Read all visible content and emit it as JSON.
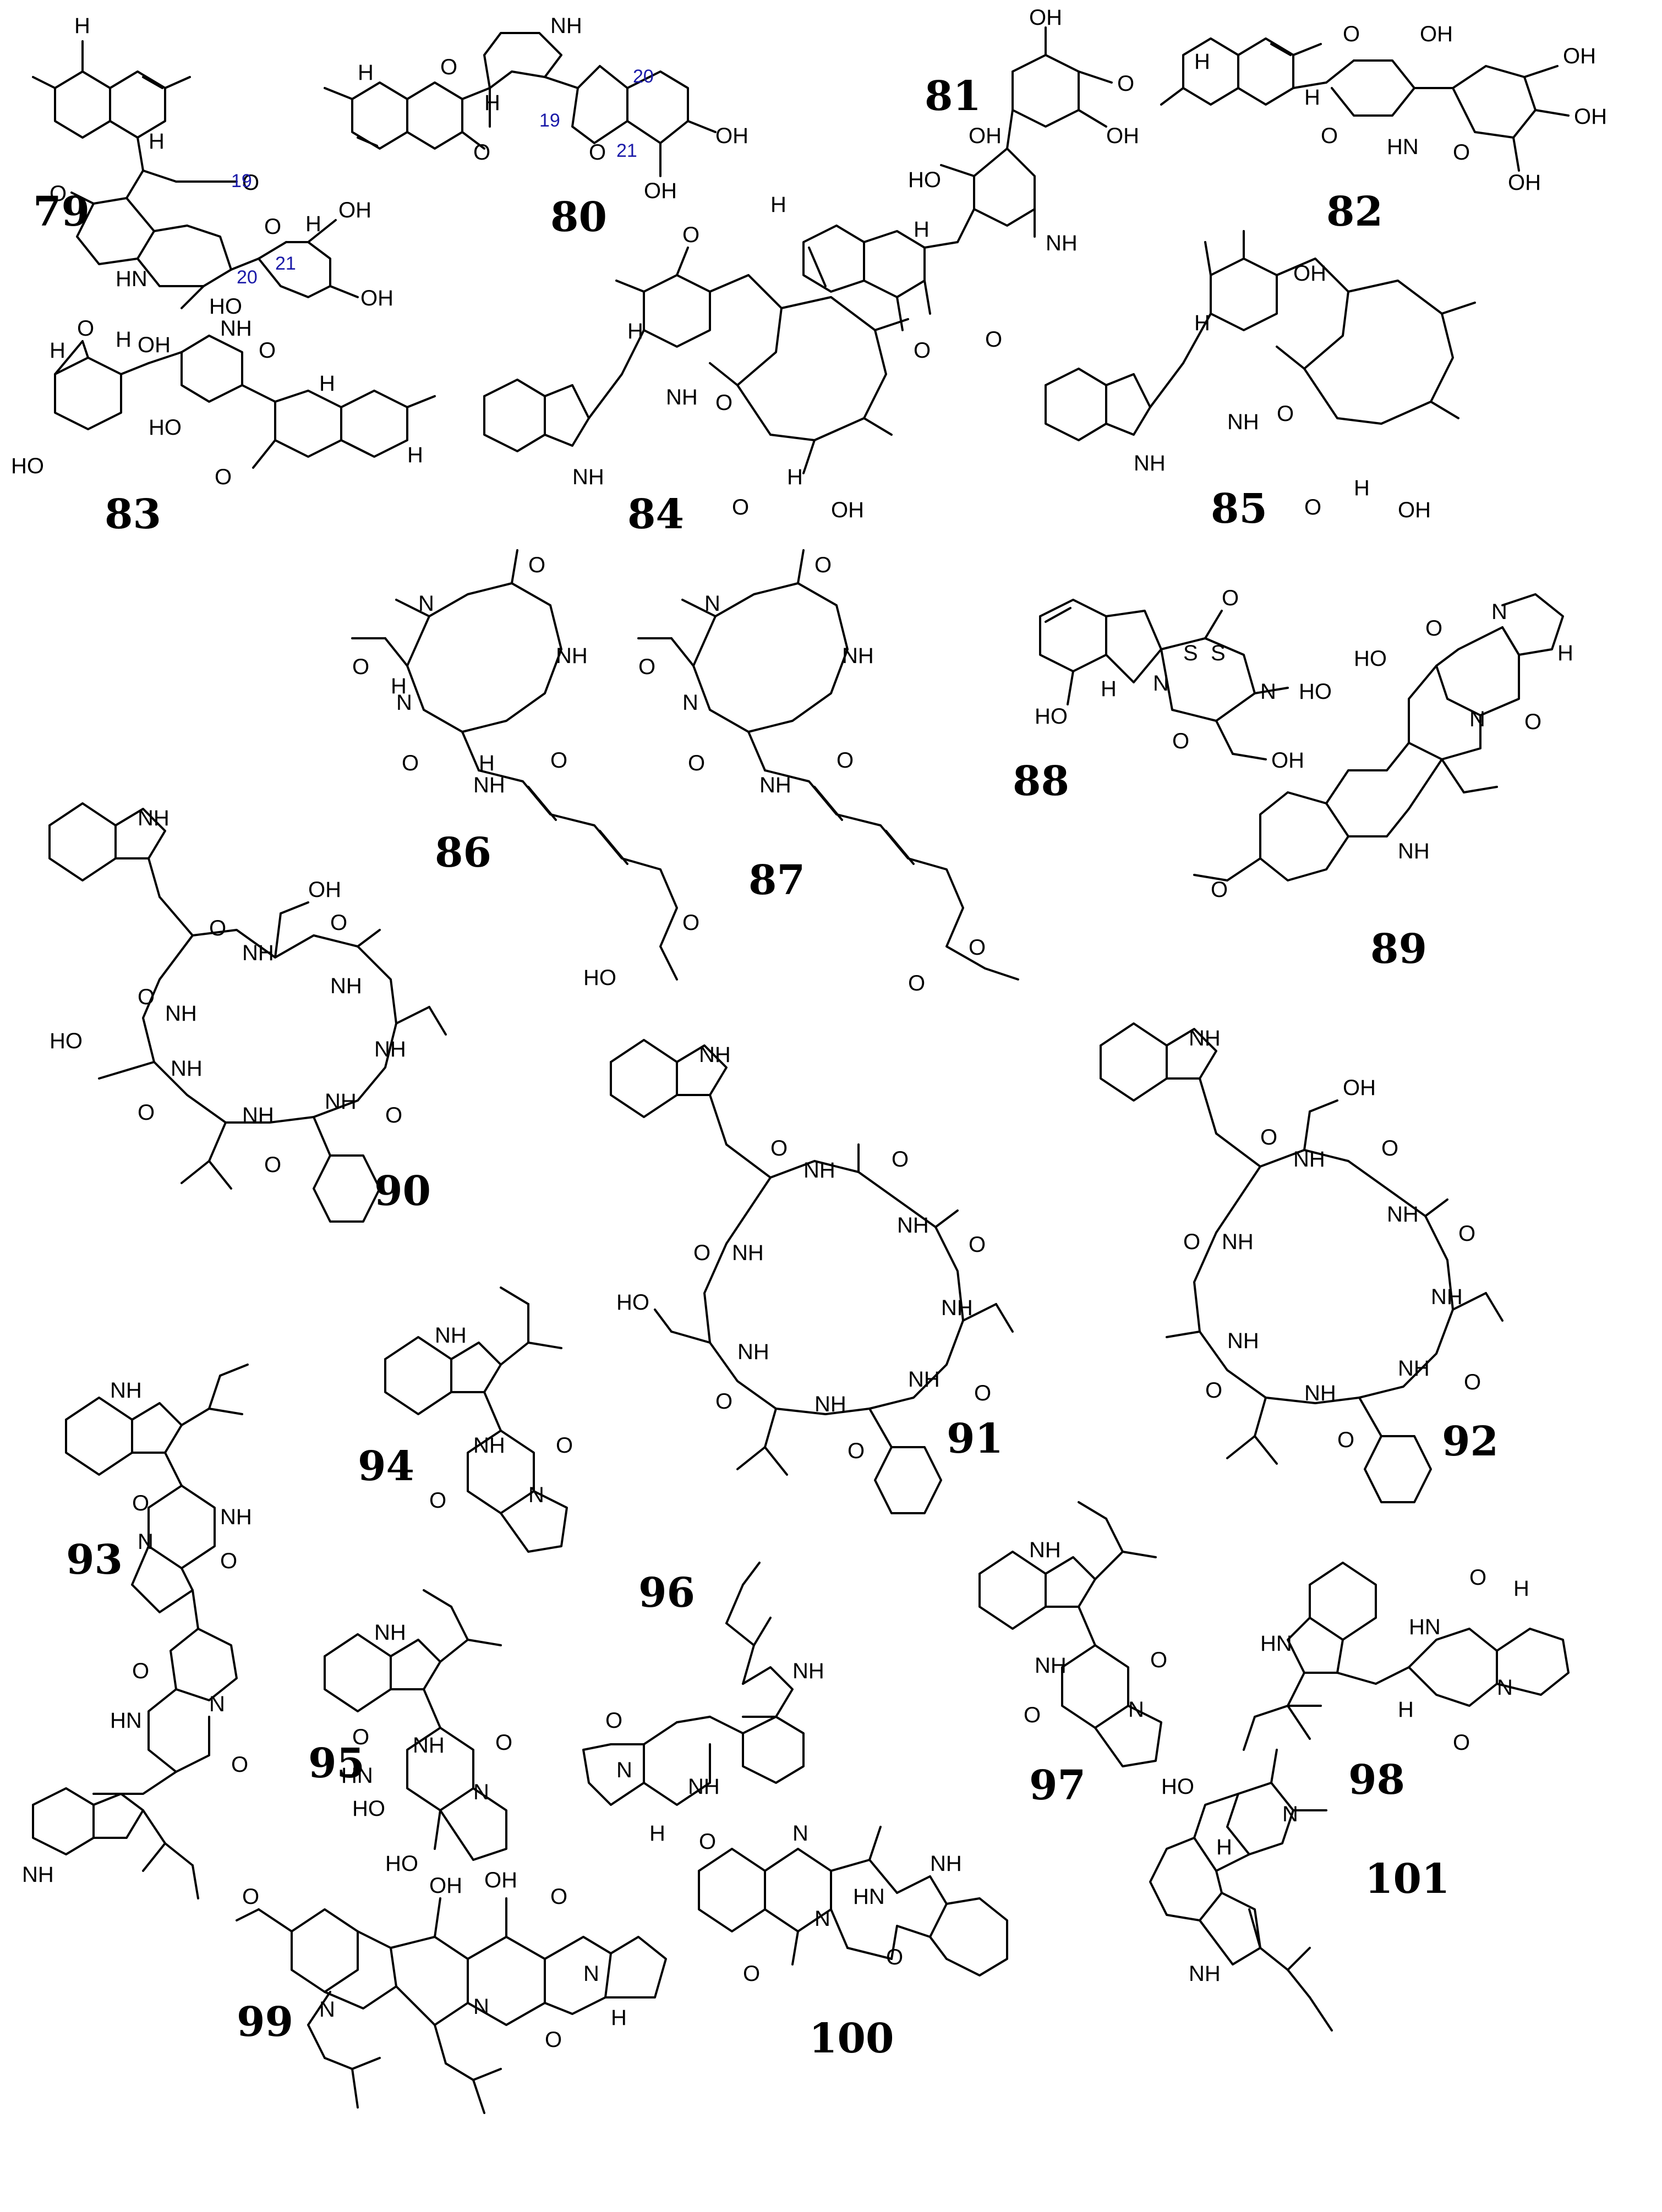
{
  "compounds": [
    {
      "label": "79"
    },
    {
      "label": "80"
    },
    {
      "label": "81"
    },
    {
      "label": "82"
    },
    {
      "label": "83"
    },
    {
      "label": "84"
    },
    {
      "label": "85"
    },
    {
      "label": "86"
    },
    {
      "label": "87"
    },
    {
      "label": "88"
    },
    {
      "label": "89"
    },
    {
      "label": "90"
    },
    {
      "label": "91"
    },
    {
      "label": "92"
    },
    {
      "label": "93"
    },
    {
      "label": "94"
    },
    {
      "label": "95"
    },
    {
      "label": "96"
    },
    {
      "label": "97"
    },
    {
      "label": "98"
    },
    {
      "label": "99"
    },
    {
      "label": "100"
    },
    {
      "label": "101"
    }
  ],
  "atoms": {
    "O": "O",
    "OH": "OH",
    "HO": "HO",
    "NH": "NH",
    "HN": "HN",
    "N": "N",
    "H": "H",
    "S": "S",
    "OMe": "O"
  },
  "numbering": [
    "19",
    "20",
    "21"
  ]
}
